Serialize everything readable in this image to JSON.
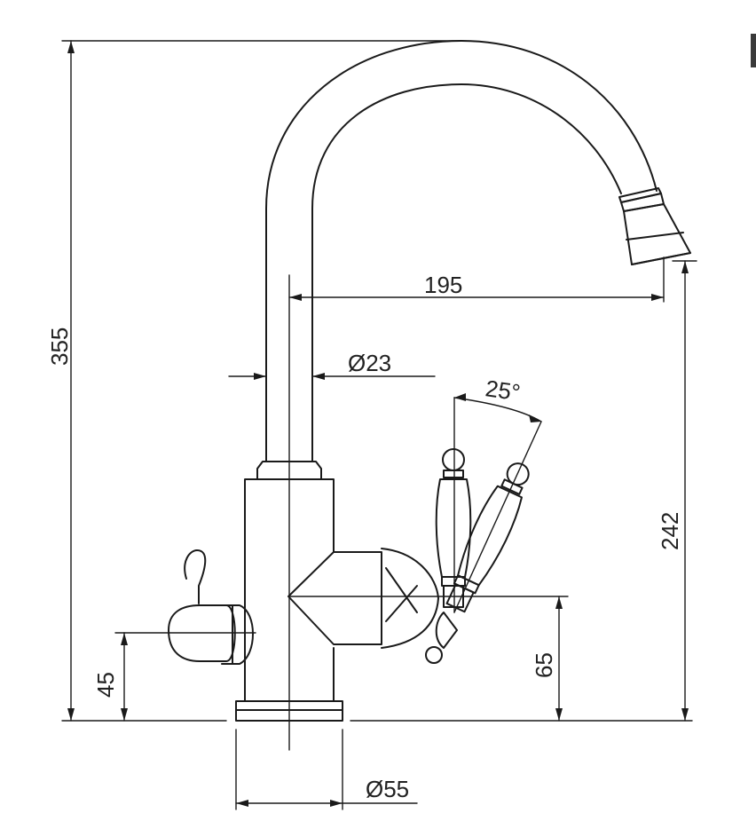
{
  "dimensions": {
    "total_height": "355",
    "spout_reach": "195",
    "tube_diameter": "Ø23",
    "lever_angle": "25°",
    "outlet_height": "242",
    "side_handle_height": "45",
    "lever_axis_height": "65",
    "base_diameter": "Ø55"
  }
}
